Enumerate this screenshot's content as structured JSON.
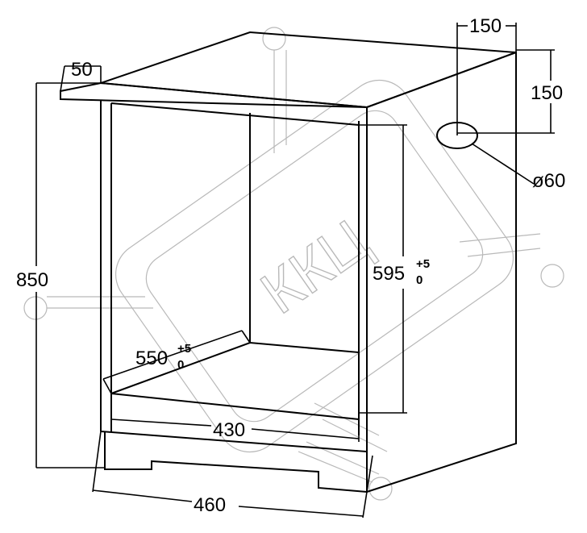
{
  "watermark": {
    "text": "ККЦ",
    "color": "#b9b9b9"
  },
  "dimensions": {
    "top_overhang": "50",
    "height": "850",
    "hole_x": "150",
    "hole_y": "150",
    "hole_diameter": "ø60",
    "niche_height": "595",
    "niche_height_tol_upper": "+5",
    "niche_height_tol_lower": "0",
    "niche_depth": "550",
    "niche_depth_tol_upper": "+5",
    "niche_depth_tol_lower": "0",
    "niche_width": "430",
    "base_width": "460"
  },
  "colors": {
    "line": "#000000",
    "background": "#ffffff"
  }
}
